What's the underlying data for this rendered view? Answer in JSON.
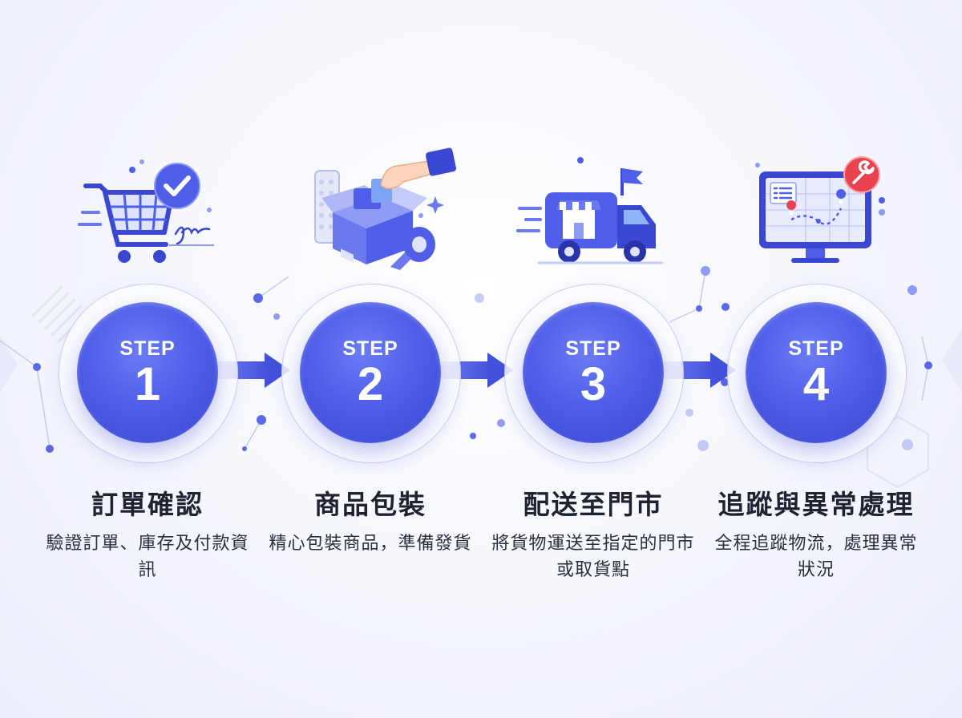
{
  "steps": [
    {
      "step_word": "STEP",
      "number": "1",
      "title": "訂單確認",
      "description": "驗證訂單、庫存及付款資訊",
      "icon": "shopping-cart-check-icon"
    },
    {
      "step_word": "STEP",
      "number": "2",
      "title": "商品包裝",
      "description": "精心包裝商品，準備發貨",
      "icon": "package-box-icon"
    },
    {
      "step_word": "STEP",
      "number": "3",
      "title": "配送至門市",
      "description": "將貨物運送至指定的門市或取貨點",
      "icon": "delivery-truck-icon"
    },
    {
      "step_word": "STEP",
      "number": "4",
      "title": "追蹤與異常處理",
      "description": "全程追蹤物流，處理異常狀況",
      "icon": "tracking-monitor-icon"
    }
  ],
  "colors": {
    "primary": "#4f5ee8",
    "primary_dark": "#3a47d2",
    "accent_light": "#8f9bf5",
    "alert_red": "#e8434f",
    "text_dark": "#1f2330"
  }
}
